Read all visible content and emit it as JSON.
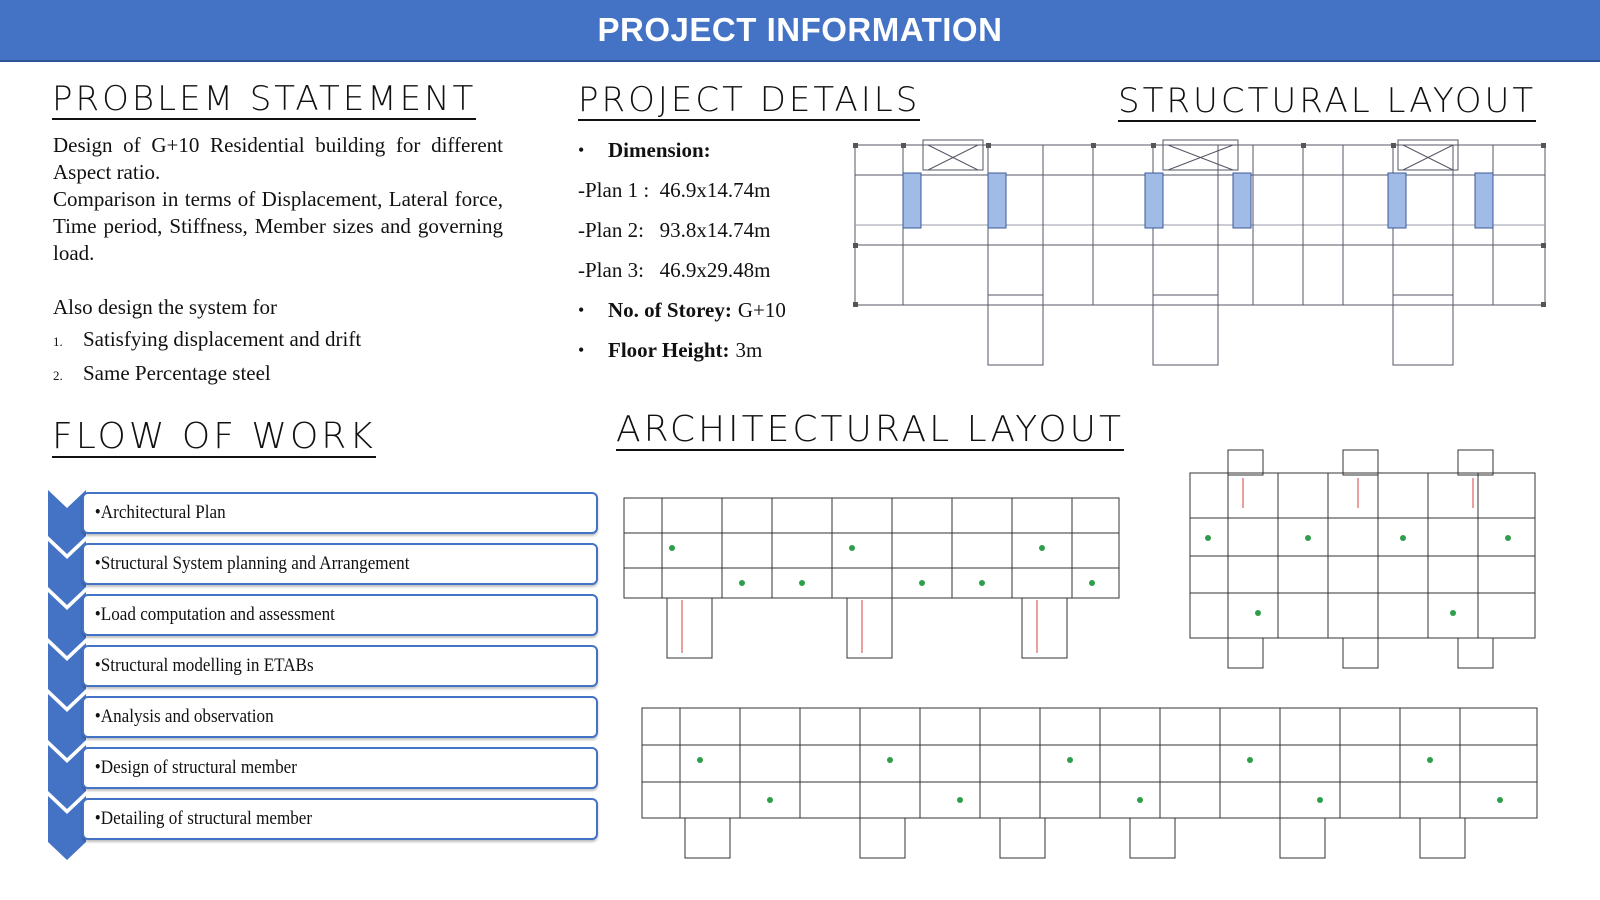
{
  "header": {
    "title": "PROJECT INFORMATION"
  },
  "problem_statement": {
    "heading": "PROBLEM STATEMENT",
    "paragraphs": [
      "Design of G+10 Residential building for different Aspect ratio.",
      "Comparison in terms of Displacement, Lateral force, Time period, Stiffness, Member sizes and governing load."
    ],
    "also": "Also design the system for",
    "list": [
      {
        "num": "1.",
        "text": "Satisfying displacement and drift"
      },
      {
        "num": "2.",
        "text": "Same Percentage steel"
      }
    ]
  },
  "project_details": {
    "heading": "PROJECT DETAILS",
    "bullet": "•",
    "dimension_label": "Dimension:",
    "plans": [
      "-Plan 1 :  46.9x14.74m",
      "-Plan 2:   93.8x14.74m",
      "-Plan 3:   46.9x29.48m"
    ],
    "storey_label": "No. of Storey:",
    "storey_value": "G+10",
    "height_label": "Floor Height:",
    "height_value": "3m"
  },
  "structural_layout": {
    "heading": "STRUCTURAL LAYOUT"
  },
  "architectural_layout": {
    "heading": "ARCHITECTURAL LAYOUT"
  },
  "flow_of_work": {
    "heading": "FLOW OF WORK",
    "steps": [
      "•Architectural Plan",
      "•Structural System planning and Arrangement",
      "•Load computation and assessment",
      "•Structural modelling in ETABs",
      "•Analysis and observation",
      "•Design of structural member",
      "•Detailing of structural member"
    ]
  },
  "colors": {
    "accent": "#4472c4",
    "accent_dark": "#2f5597",
    "column_fill": "#9fbbe6"
  }
}
